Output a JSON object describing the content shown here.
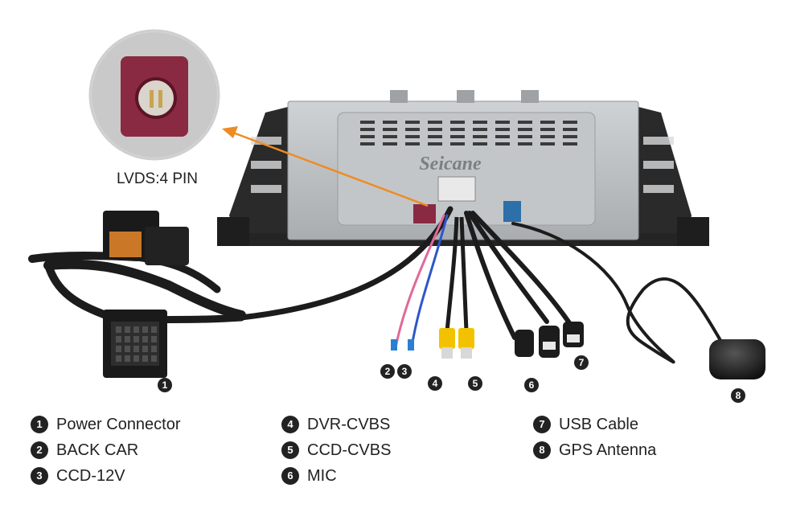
{
  "diagram": {
    "brand_text": "Seicane",
    "inset_label": "LVDS:4 PIN",
    "callouts": [
      "1",
      "2",
      "3",
      "4",
      "5",
      "6",
      "7",
      "8"
    ],
    "legend": [
      [
        {
          "num": "1",
          "label": "Power Connector"
        },
        {
          "num": "2",
          "label": "BACK CAR"
        },
        {
          "num": "3",
          "label": "CCD-12V"
        }
      ],
      [
        {
          "num": "4",
          "label": "DVR-CVBS"
        },
        {
          "num": "5",
          "label": "CCD-CVBS"
        },
        {
          "num": "6",
          "label": "MIC"
        }
      ],
      [
        {
          "num": "7",
          "label": "USB Cable"
        },
        {
          "num": "8",
          "label": "GPS Antenna"
        }
      ]
    ],
    "colors": {
      "housing": "#b9bcbf",
      "frame": "#2a2a2a",
      "lvds_plug": "#8a2a42",
      "fakra_blue": "#2d6fa8",
      "arrow": "#f08a24",
      "rca_yellow": "#f2c200",
      "harness": "#1c1c1c"
    }
  }
}
